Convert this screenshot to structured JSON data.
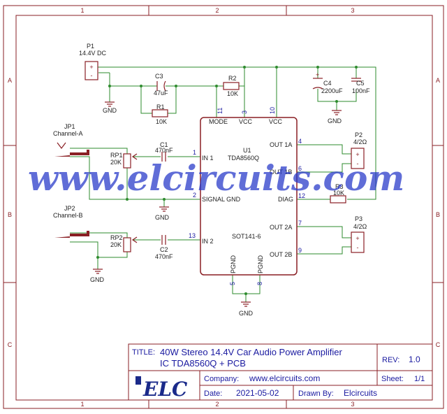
{
  "frame": {
    "col_labels": [
      "1",
      "2",
      "3"
    ],
    "row_labels": [
      "A",
      "B",
      "C"
    ]
  },
  "parts": {
    "p1": {
      "ref": "P1",
      "value": "14.4V DC",
      "plus": "+",
      "minus": "-"
    },
    "c3": {
      "ref": "C3",
      "value": "47uF"
    },
    "r1": {
      "ref": "R1",
      "value": "10K"
    },
    "r2": {
      "ref": "R2",
      "value": "10K"
    },
    "c4": {
      "ref": "C4",
      "value": "2200uF",
      "plus": "+"
    },
    "c5": {
      "ref": "C5",
      "value": "100nF"
    },
    "jp1": {
      "ref": "JP1",
      "value": "Channel-A"
    },
    "jp2": {
      "ref": "JP2",
      "value": "Channel-B"
    },
    "rp1": {
      "ref": "RP1",
      "value": "20K"
    },
    "rp2": {
      "ref": "RP2",
      "value": "20K"
    },
    "c1": {
      "ref": "C1",
      "value": "470nF"
    },
    "c2": {
      "ref": "C2",
      "value": "470nF"
    },
    "u1": {
      "ref": "U1",
      "value": "TDA8560Q",
      "package": "SOT141-6"
    },
    "p2": {
      "ref": "P2",
      "value": "4/2Ω",
      "plus": "+",
      "minus": "-"
    },
    "p3": {
      "ref": "P3",
      "value": "4/2Ω",
      "plus": "+",
      "minus": "-"
    },
    "r3": {
      "ref": "R3",
      "value": "10K"
    },
    "gnd_label": "GND"
  },
  "ic_pins": {
    "mode": "MODE",
    "mode_no": "11",
    "vcc1": "VCC",
    "vcc1_no": "3",
    "vcc2": "VCC",
    "vcc2_no": "10",
    "in1": "IN 1",
    "in1_no": "1",
    "sgnd": "SIGNAL GND",
    "sgnd_no": "2",
    "in2": "IN 2",
    "in2_no": "13",
    "out1a": "OUT 1A",
    "out1a_no": "4",
    "out1b": "OUT 1B",
    "out1b_no": "6",
    "diag": "DIAG",
    "diag_no": "12",
    "out2a": "OUT 2A",
    "out2a_no": "7",
    "out2b": "OUT 2B",
    "out2b_no": "9",
    "pgnd1": "PGND",
    "pgnd1_no": "5",
    "pgnd2": "PGND",
    "pgnd2_no": "8"
  },
  "watermark": "www.elcircuits.com",
  "title_block": {
    "title_label": "TITLE:",
    "title_line1": "40W Stereo 14.4V Car Audio Power Amplifier",
    "title_line2": "IC TDA8560Q + PCB",
    "rev_label": "REV:",
    "rev_value": "1.0",
    "logo_text": "ELC",
    "company_label": "Company:",
    "company_value": "www.elcircuits.com",
    "sheet_label": "Sheet:",
    "sheet_value": "1/1",
    "date_label": "Date:",
    "date_value": "2021-05-02",
    "drawn_label": "Drawn By:",
    "drawn_value": "Elcircuits"
  }
}
